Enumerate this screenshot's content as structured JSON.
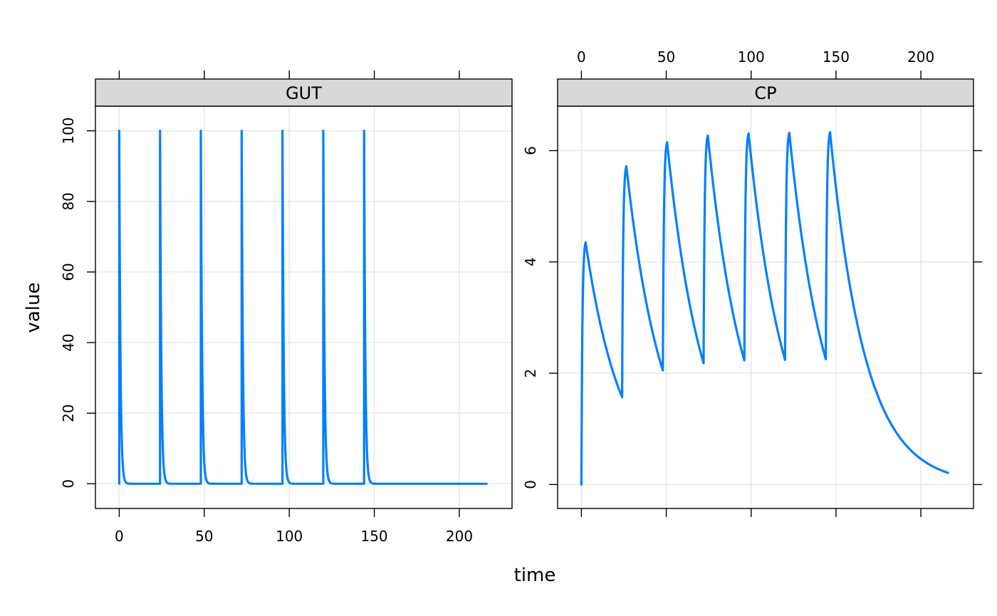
{
  "chart_data": {
    "type": "line",
    "xlabel": "time",
    "ylabel": "value",
    "line_color": "#0080ff",
    "strip_color": "#d9d9d9",
    "grid": true,
    "dose_times": [
      0,
      24,
      48,
      72,
      96,
      120,
      144
    ],
    "panels": [
      {
        "id": "gut",
        "strip_label": "GUT",
        "xlim": [
          -14,
          231
        ],
        "ylim": [
          -7,
          107
        ],
        "xticks": [
          0,
          50,
          100,
          150,
          200
        ],
        "yticks": [
          0,
          20,
          40,
          60,
          80,
          100
        ],
        "x_tick_labels_side": "bottom",
        "y_tick_labels_side": "left",
        "x_end": 216,
        "model": {
          "kind": "gut",
          "dose_peak": 100,
          "ka": 1.4
        }
      },
      {
        "id": "cp",
        "strip_label": "CP",
        "xlim": [
          -14,
          231
        ],
        "ylim": [
          -0.43,
          6.8
        ],
        "xticks": [
          0,
          50,
          100,
          150,
          200
        ],
        "yticks": [
          0,
          2,
          4,
          6
        ],
        "x_tick_labels_side": "top",
        "y_tick_labels_side": "left",
        "x_end": 216,
        "peaks": [
          {
            "t": 2.5,
            "v": 4.35
          },
          {
            "t": 26.5,
            "v": 5.72
          },
          {
            "t": 50.5,
            "v": 6.15
          },
          {
            "t": 74.5,
            "v": 6.27
          },
          {
            "t": 98.5,
            "v": 6.31
          },
          {
            "t": 122.5,
            "v": 6.32
          },
          {
            "t": 146.5,
            "v": 6.33
          }
        ],
        "troughs": [
          {
            "t": 24,
            "v": 1.57
          },
          {
            "t": 48,
            "v": 2.05
          },
          {
            "t": 72,
            "v": 2.18
          },
          {
            "t": 96,
            "v": 2.23
          },
          {
            "t": 120,
            "v": 2.24
          },
          {
            "t": 144,
            "v": 2.25
          }
        ],
        "final": {
          "t": 216,
          "v": 0.21
        }
      }
    ]
  }
}
